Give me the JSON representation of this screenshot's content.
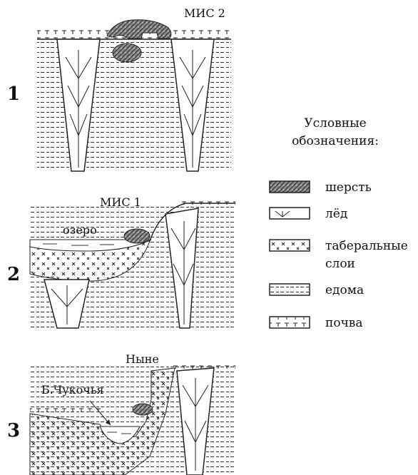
{
  "panels": [
    {
      "number": "1",
      "stage": "МИС 2"
    },
    {
      "number": "2",
      "stage": "МИС 1",
      "lake_label": "озеро"
    },
    {
      "number": "3",
      "stage": "Ныне",
      "river_label": "Б.Чукочья"
    }
  ],
  "legend": {
    "title_line1": "Условные",
    "title_line2": "обозначения:",
    "items": [
      {
        "key": "wool",
        "label": "шерсть"
      },
      {
        "key": "ice",
        "label": "лёд"
      },
      {
        "key": "taberal",
        "label": "табера­льные"
      },
      {
        "key": "yedoma",
        "label": "едома"
      },
      {
        "key": "soil",
        "label": "почва"
      }
    ],
    "taberal_line1": "табера­льные",
    "taberal_line2": "слои"
  }
}
